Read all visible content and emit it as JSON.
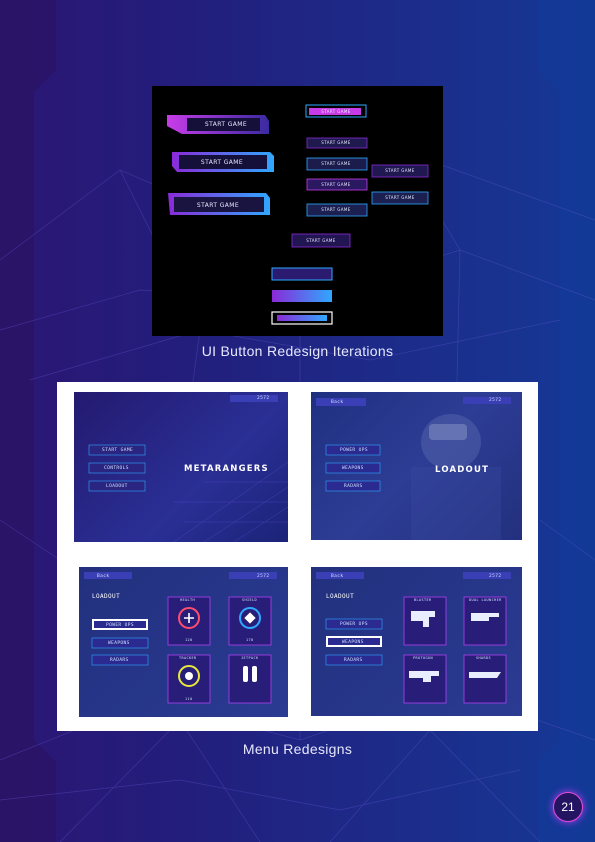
{
  "colors": {
    "accent_cyan": "#2fa8ff",
    "accent_magenta": "#d53cf0",
    "page_bg": "#1b1760",
    "panel_black": "#000000"
  },
  "captions": {
    "button_iterations": "UI Button Redesign Iterations",
    "menu_redesigns": "Menu Redesigns"
  },
  "page_number": "21",
  "button_sheet": {
    "large_label": "START GAME",
    "small_label": "START GAME"
  },
  "menus": {
    "main": {
      "score": "2572",
      "title": "METARANGERS",
      "items": [
        "START GAME",
        "CONTROLS",
        "LOADOUT"
      ]
    },
    "loadout": {
      "back": "Back",
      "score": "2572",
      "title": "LOADOUT",
      "items": [
        "POWER UPS",
        "WEAPONS",
        "RADARS"
      ]
    },
    "powerups": {
      "back": "Back",
      "score": "2572",
      "heading": "LOADOUT",
      "items": [
        "POWER UPS",
        "WEAPONS",
        "RADARS"
      ],
      "cards": [
        {
          "label": "HEALTH",
          "value": "120"
        },
        {
          "label": "SHIELD",
          "value": "170"
        },
        {
          "label": "TRACKER",
          "value": "110"
        },
        {
          "label": "JETPACK",
          "value": ""
        }
      ]
    },
    "weapons": {
      "back": "Back",
      "score": "2572",
      "heading": "LOADOUT",
      "items": [
        "POWER UPS",
        "WEAPONS",
        "RADARS"
      ],
      "cards": [
        {
          "label": "BLASTER"
        },
        {
          "label": "DUAL LAUNCHER"
        },
        {
          "label": "PROTOGUN"
        },
        {
          "label": "SHARDS"
        }
      ]
    }
  }
}
